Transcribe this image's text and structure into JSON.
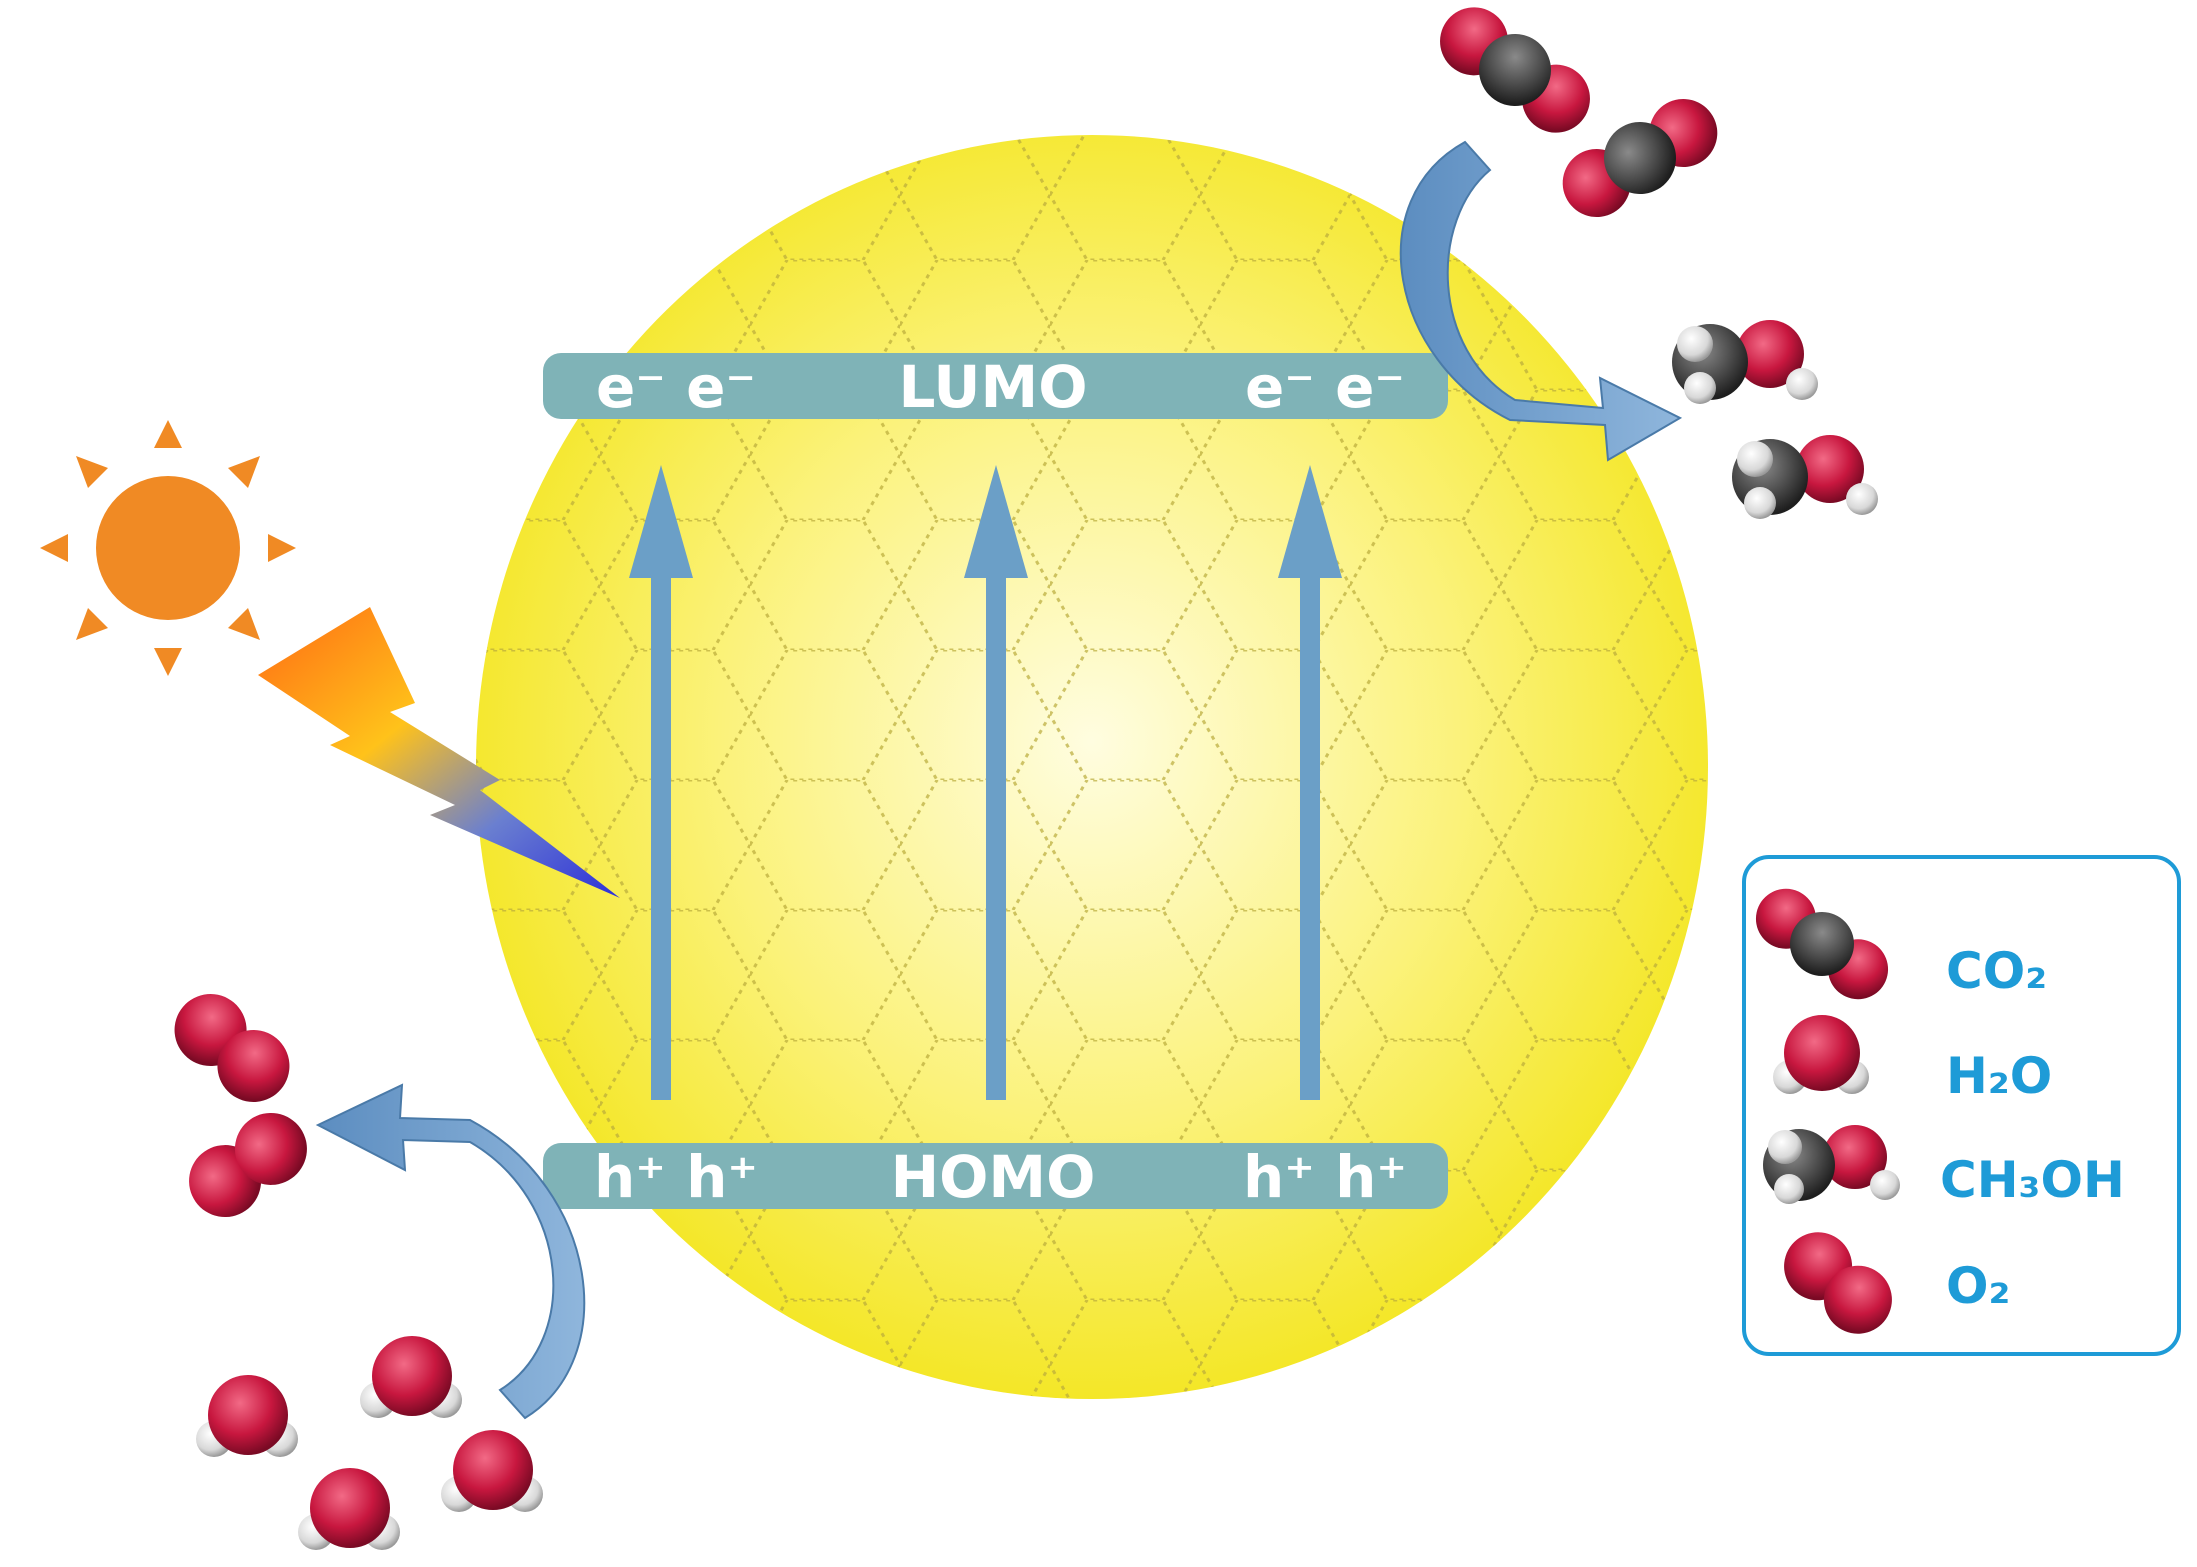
{
  "lumo": {
    "left_label": "e⁻ e⁻",
    "center_label": "LUMO",
    "right_label": "e⁻ e⁻"
  },
  "homo": {
    "left_label": "h⁺ h⁺",
    "center_label": "HOMO",
    "right_label": "h⁺ h⁺"
  },
  "legend": {
    "items": [
      {
        "molecule": "co2",
        "label": "CO₂"
      },
      {
        "molecule": "h2o",
        "label": "H₂O"
      },
      {
        "molecule": "ch3oh",
        "label": "CH₃OH"
      },
      {
        "molecule": "o2",
        "label": "O₂"
      }
    ]
  },
  "colors": {
    "sphere": "#f7ec2a",
    "band": "#7fb3b7",
    "arrow": "#6b9fc7",
    "oxygen": "#c8173f",
    "carbon": "#4a4a4a",
    "hydrogen": "#e6e6e6",
    "sun": "#f08a24",
    "legend_text": "#1e9bd7"
  }
}
